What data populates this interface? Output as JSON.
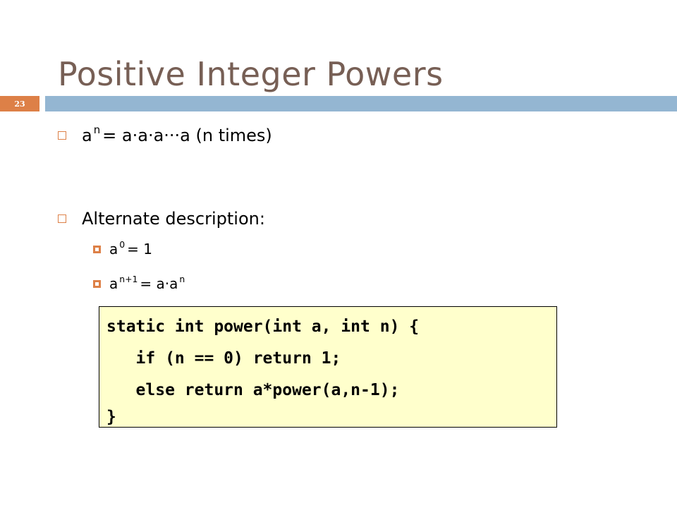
{
  "slide": {
    "title": "Positive Integer Powers",
    "number": "23"
  },
  "bullets": [
    {
      "base": "a",
      "sup": "n",
      "rest": "= a·a·a···a (n times)"
    },
    {
      "text": "Alternate description:"
    }
  ],
  "sub_bullets": [
    {
      "base": "a",
      "sup": "0",
      "rest": "= 1"
    },
    {
      "base": "a",
      "sup": "n+1",
      "rest": "= a·a",
      "sup2": "n"
    }
  ],
  "code": {
    "lines": [
      "static int power(int a, int n) {",
      "   if (n == 0) return 1;",
      "   else return a*power(a,n-1);",
      "}"
    ]
  },
  "colors": {
    "title": "#775f55",
    "accent_orange": "#dd8047",
    "rule_blue": "#94b6d2",
    "code_background": "#ffffcc"
  },
  "icons": {
    "bullet_level1": "hollow-square-icon",
    "bullet_level2": "framed-square-icon"
  }
}
